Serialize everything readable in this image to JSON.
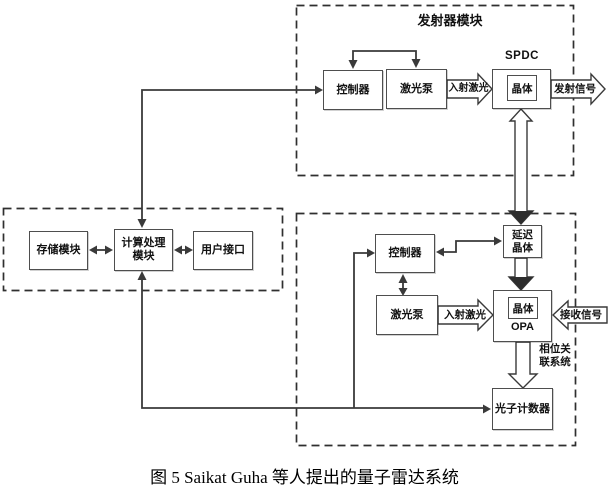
{
  "caption": "图 5  Saikat Guha 等人提出的量子雷达系统",
  "transmitter": {
    "title": "发射器模块",
    "controller": "控制器",
    "laser_pump": "激光泵",
    "incident_laser": "入射激光",
    "spdc": "SPDC",
    "crystal": "晶体",
    "emit_signal": "发射信号"
  },
  "processing": {
    "storage": "存储模块",
    "compute_line1": "计算处理",
    "compute_line2": "模块",
    "user_interface": "用户接口"
  },
  "receiver": {
    "controller": "控制器",
    "delay_line1": "延迟",
    "delay_line2": "晶体",
    "laser_pump": "激光泵",
    "incident_laser": "入射激光",
    "crystal": "晶体",
    "opa": "OPA",
    "receive_signal": "接收信号",
    "phase_line1": "相位关",
    "phase_line2": "联系统",
    "photon_counter": "光子计数器"
  }
}
